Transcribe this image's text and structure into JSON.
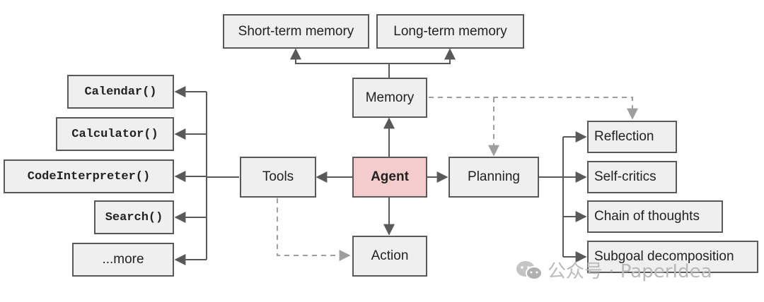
{
  "nodes": {
    "short_term_memory": "Short-term memory",
    "long_term_memory": "Long-term memory",
    "memory": "Memory",
    "agent": "Agent",
    "tools": "Tools",
    "planning": "Planning",
    "action": "Action",
    "calendar": "Calendar()",
    "calculator": "Calculator()",
    "code_interpreter": "CodeInterpreter()",
    "search": "Search()",
    "more": "...more",
    "reflection": "Reflection",
    "self_critics": "Self-critics",
    "chain_of_thoughts": "Chain of thoughts",
    "subgoal_decomposition": "Subgoal decomposition"
  },
  "watermark": "公众号 · PaperIdea",
  "colors": {
    "node_fill": "#efefef",
    "agent_fill": "#f4cccc",
    "border": "#595959",
    "dashed_line": "#9e9e9e"
  }
}
